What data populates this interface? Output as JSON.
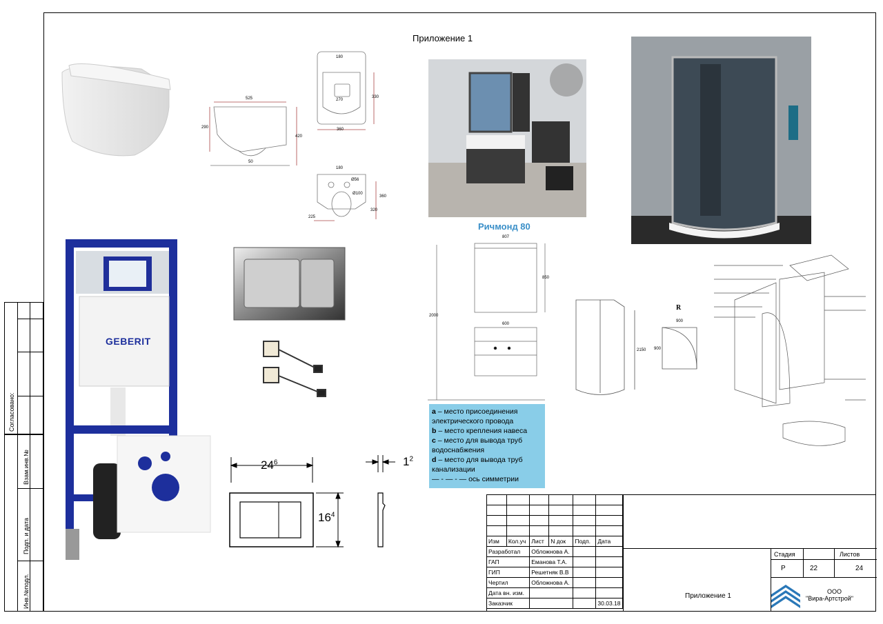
{
  "sheet": {
    "title": "Приложение 1",
    "product_name": "Ричмонд 80",
    "brand": "GEBERIT",
    "side_labels": [
      "Согласовано:",
      "Взам.инв.№",
      "Подп. и дата",
      "Инв.№подл."
    ]
  },
  "drawings": {
    "toilet_top_dims": [
      "180",
      "270",
      "330",
      "360"
    ],
    "toilet_side_dims": [
      "525",
      "290",
      "420",
      "50"
    ],
    "toilet_back_dims": [
      "180",
      "Ø56",
      "Ø100",
      "225",
      "320",
      "360"
    ],
    "mirror_dims": [
      "807",
      "850",
      "2000",
      "600"
    ],
    "shower_label": "R",
    "shower_dims": [
      "900",
      "2150",
      "900"
    ],
    "plate_width": "24",
    "plate_width_sup": "6",
    "plate_height": "16",
    "plate_height_sup": "4",
    "plate_depth": "1",
    "plate_depth_sup": "2"
  },
  "legend": {
    "a_key": "a",
    "a_text": " – место присоединения электрического провода",
    "b_key": "b",
    "b_text": " – место крепления навеса",
    "c_key": "c",
    "c_text": " – место для вывода труб водоснабжения",
    "d_key": "d",
    "d_text": " – место для вывода труб канализации",
    "axis_symbol": "— - — - —",
    "axis_text": "  ось симметрии"
  },
  "stamp": {
    "header": [
      "Изм",
      "Кол.уч",
      "Лист",
      "N док",
      "Подп.",
      "Дата"
    ],
    "rows": [
      {
        "role": "Разработал",
        "name": "Обложнова А.",
        "date": ""
      },
      {
        "role": "ГАП",
        "name": "Еманова Т.А.",
        "date": ""
      },
      {
        "role": "ГИП",
        "name": "Решетняк В.В",
        "date": ""
      },
      {
        "role": "Чертил",
        "name": "Обложнова А.",
        "date": ""
      },
      {
        "role": "Дата вн. изм.",
        "name": "",
        "date": ""
      },
      {
        "role": "Заказчик",
        "name": "",
        "date": "30.03.18"
      }
    ],
    "stage_label": "Стадия",
    "sheets_label": "Листов",
    "stage_value": "Р",
    "sheet_value": "22",
    "sheets_value": "24",
    "doc_title": "Приложение 1",
    "org_line1": "ООО",
    "org_line2": "\"Вира-Артстрой\""
  }
}
